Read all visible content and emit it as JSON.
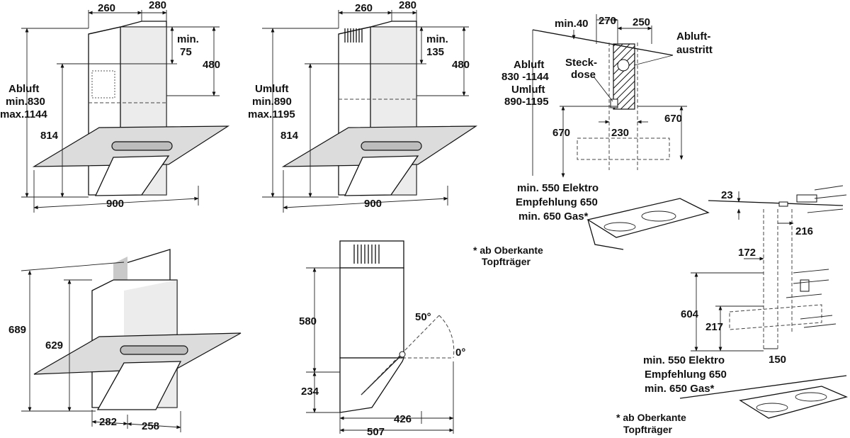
{
  "views": {
    "exhaust_front": {
      "width_260": "260",
      "width_280": "280",
      "min_75_a": "min.",
      "min_75_b": "75",
      "h_480": "480",
      "abluft": "Abluft",
      "min830": "min.830",
      "max1144": "max.1144",
      "h_814": "814",
      "w_900": "900"
    },
    "recirc_front": {
      "width_260": "260",
      "width_280": "280",
      "min_135_a": "min.",
      "min_135_b": "135",
      "h_480": "480",
      "umluft": "Umluft",
      "min890": "min.890",
      "max1195": "max.1195",
      "h_814": "814",
      "w_900": "900"
    },
    "wall_install": {
      "min40": "min.40",
      "w_270": "270",
      "w_250": "250",
      "abluft_austritt_1": "Abluft-",
      "abluft_austritt_2": "austritt",
      "steckdose_1": "Steck-",
      "steckdose_2": "dose",
      "abluft_lbl": "Abluft",
      "abluft_range": "830 -1144",
      "umluft_lbl": "Umluft",
      "umluft_range": "890-1195",
      "h_670_left": "670",
      "h_670_right": "670",
      "w_230": "230",
      "note_1": "min. 550 Elektro",
      "note_2": "Empfehlung 650",
      "note_3": "min. 650 Gas*",
      "footnote_1": "* ab Oberkante",
      "footnote_2": "Topfträger"
    },
    "perspective": {
      "h_689": "689",
      "h_629": "629",
      "w_282": "282",
      "w_258": "258"
    },
    "side_view": {
      "h_580": "580",
      "h_234": "234",
      "angle_50": "50°",
      "angle_0": "0°",
      "w_426": "426",
      "w_507": "507"
    },
    "bracket_install": {
      "d_23": "23",
      "d_216": "216",
      "d_172": "172",
      "d_604": "604",
      "d_217": "217",
      "d_150": "150",
      "note_1": "min. 550 Elektro",
      "note_2": "Empfehlung 650",
      "note_3": "min. 650 Gas*",
      "footnote_1": "* ab Oberkante",
      "footnote_2": "Topfträger"
    }
  }
}
